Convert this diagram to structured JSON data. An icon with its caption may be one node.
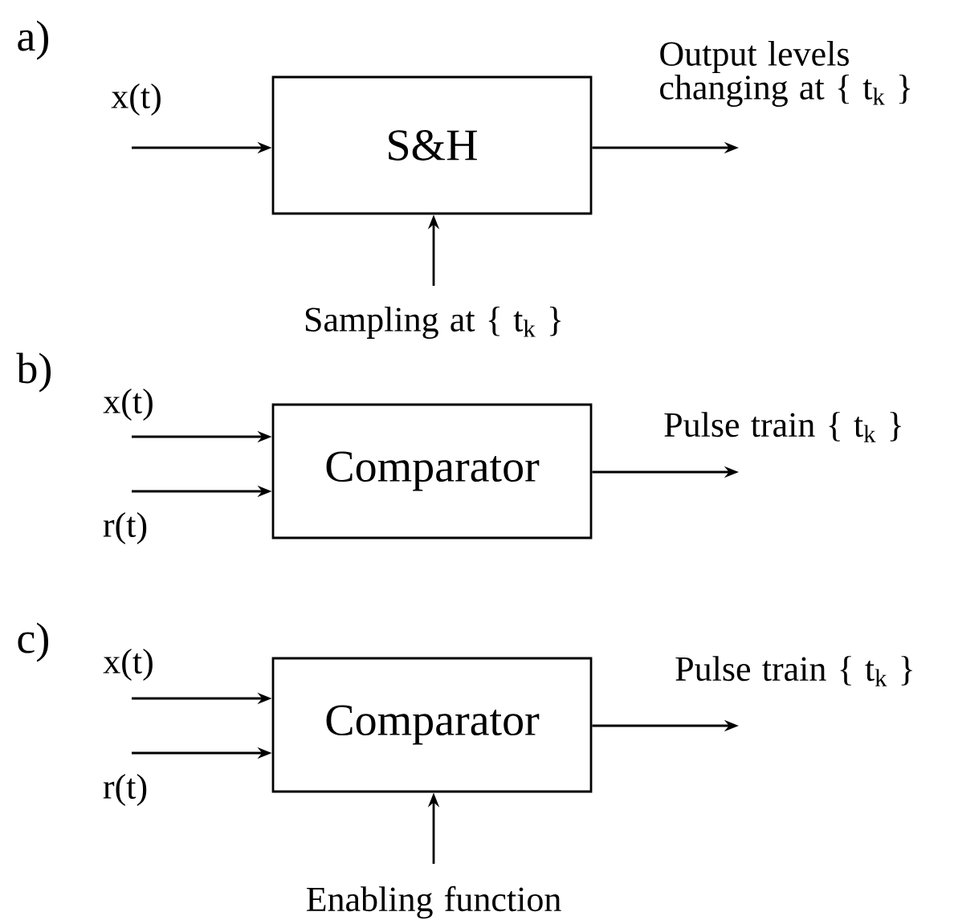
{
  "diagram": {
    "nodes": [
      {
        "text": [
          "S&H"
        ]
      },
      {
        "text": [
          "Comparator"
        ]
      },
      {
        "text": [
          "Comparator"
        ]
      }
    ],
    "edges": [
      {
        "from": null,
        "to": 0,
        "arrow": "to"
      },
      {
        "from": 0,
        "to": null,
        "arrow": "to"
      },
      {
        "from": null,
        "to": 0,
        "arrow": "to"
      },
      {
        "from": null,
        "to": 1,
        "arrow": "to"
      },
      {
        "from": null,
        "to": 1,
        "arrow": "to"
      },
      {
        "from": 1,
        "to": null,
        "arrow": "to"
      },
      {
        "from": null,
        "to": 2,
        "arrow": "to"
      },
      {
        "from": null,
        "to": 2,
        "arrow": "to"
      },
      {
        "from": 2,
        "to": null,
        "arrow": "to"
      },
      {
        "from": null,
        "to": 2,
        "arrow": "to"
      }
    ],
    "labels": [
      "a)",
      "x(t)",
      "Output levels changing at { t$_{k}$ }",
      "Sampling at { t$_{k}$ }",
      "b)",
      "x(t)",
      "Pulse train { t$_{k}$ }",
      "r(t)",
      "c)",
      "x(t)",
      "Pulse train { t$_{k}$ }",
      "r(t)",
      "Enabling function"
    ]
  }
}
